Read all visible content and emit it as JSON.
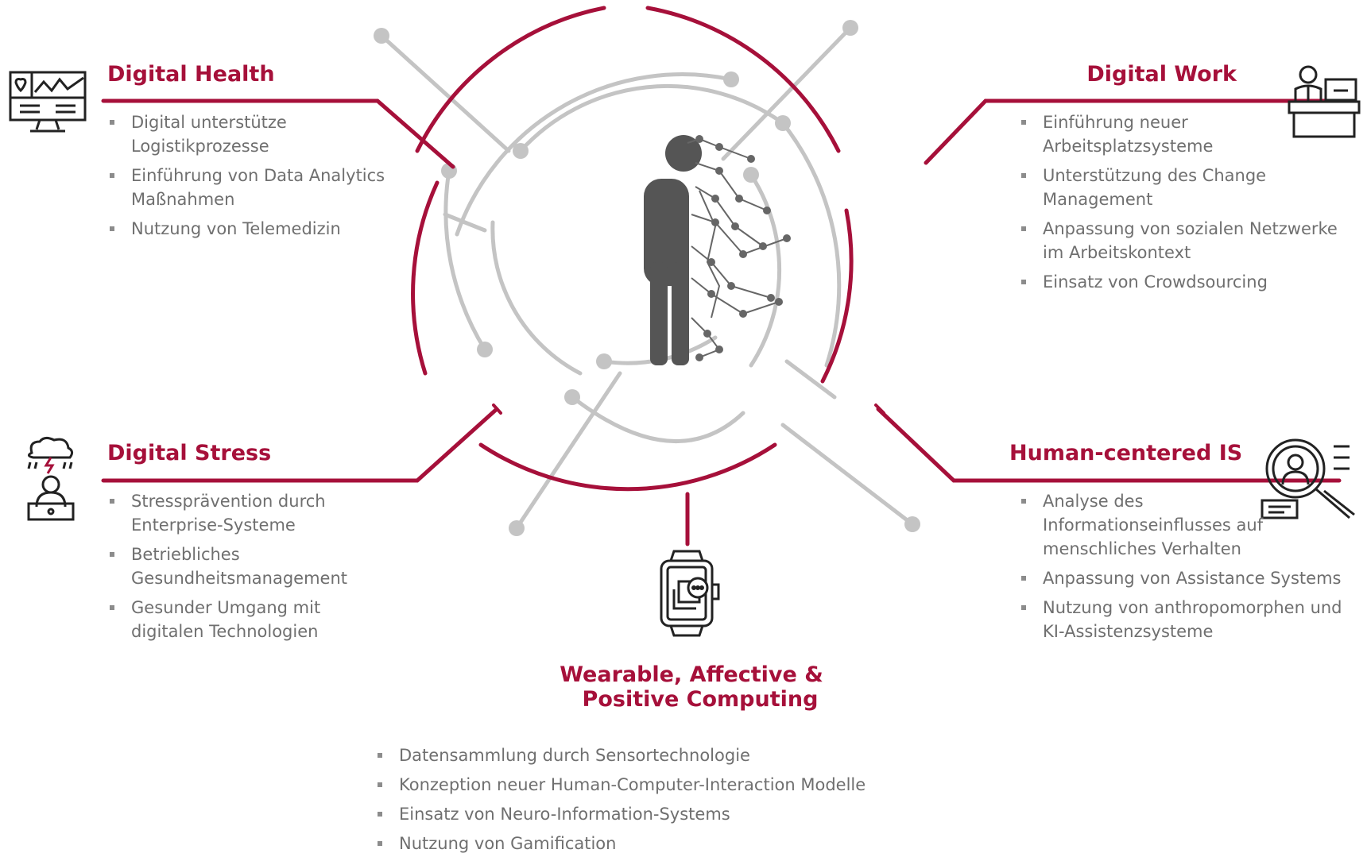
{
  "sections": {
    "health": {
      "title": "Digital Health",
      "items": [
        "Digital unterstütze Logistikprozesse",
        "Einführung von Data Analytics Maßnahmen",
        "Nutzung von Telemedizin"
      ]
    },
    "work": {
      "title": "Digital Work",
      "items": [
        "Einführung neuer Arbeitsplatzsysteme",
        "Unterstützung des Change Management",
        "Anpassung von sozialen Netzwerke im Arbeitskontext",
        "Einsatz von Crowdsourcing"
      ]
    },
    "stress": {
      "title": "Digital Stress",
      "items": [
        "Stressprävention durch Enterprise-Systeme",
        "Betriebliches Gesundheitsmanagement",
        "Gesunder Umgang mit digitalen Technologien"
      ]
    },
    "hcis": {
      "title": "Human-centered IS",
      "items": [
        "Analyse des Informationseinflusses auf menschliches Verhalten",
        "Anpassung von Assistance Systems",
        "Nutzung von anthropomorphen und KI-Assistenzsysteme"
      ]
    },
    "wearable": {
      "title_line1": "Wearable, Affective &",
      "title_line2": "Positive Computing",
      "items": [
        "Datensammlung durch Sensortechnologie",
        "Konzeption neuer Human-Computer-Interaction Modelle",
        "Einsatz von Neuro-Information-Systems",
        "Nutzung von Gamification"
      ]
    }
  },
  "colors": {
    "accent": "#a6103a",
    "circuit": "#c4c4c4",
    "text": "#6f6f6f",
    "figure": "#555555"
  },
  "icons": [
    "monitor-heart-icon",
    "office-worker-icon",
    "stressed-worker-icon",
    "search-person-icon",
    "smartwatch-icon",
    "human-network-figure-icon"
  ]
}
